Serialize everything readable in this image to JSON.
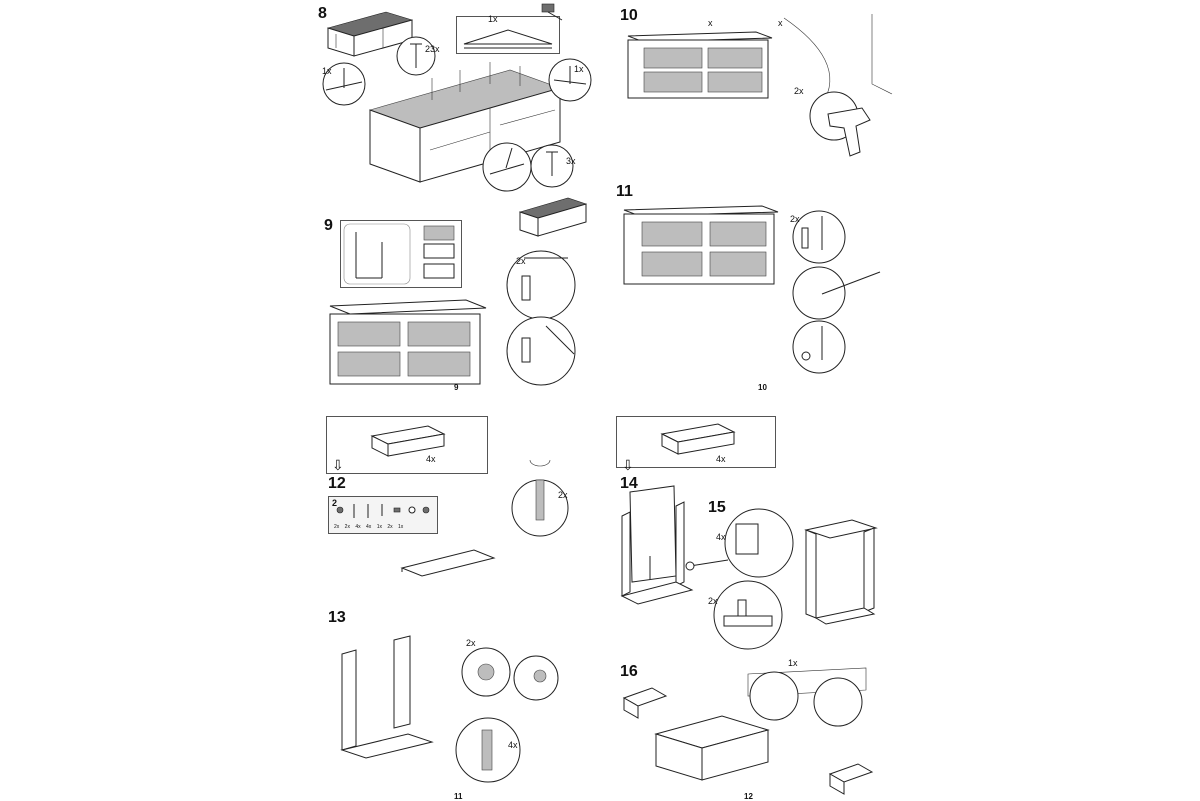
{
  "pages": [
    {
      "page_number": "9",
      "steps": [
        {
          "number": "8",
          "quantities": [
            "1x",
            "23x",
            "1x",
            "1x",
            "3x"
          ]
        },
        {
          "number": "9",
          "quantities": [
            "2x"
          ]
        }
      ]
    },
    {
      "page_number": "10",
      "steps": [
        {
          "number": "10",
          "quantities": [
            "2x"
          ]
        },
        {
          "number": "11",
          "quantities": [
            "2x"
          ]
        }
      ]
    },
    {
      "page_number": "11",
      "header_quantity": "4x",
      "steps": [
        {
          "number": "12",
          "quantities": [
            "2x"
          ]
        },
        {
          "number": "13",
          "quantities": [
            "2x",
            "4x"
          ]
        }
      ],
      "parts_strip": {
        "number": "2",
        "quantities": [
          "2x",
          "2x",
          "4x",
          "4x",
          "1x",
          "2x",
          "1x"
        ]
      }
    },
    {
      "page_number": "12",
      "header_quantity": "4x",
      "steps": [
        {
          "number": "14",
          "quantities": []
        },
        {
          "number": "15",
          "quantities": [
            "4x",
            "2x"
          ]
        },
        {
          "number": "16",
          "quantities": [
            "1x"
          ]
        }
      ]
    }
  ],
  "colors": {
    "line": "#222222",
    "shade": "#bdbdbd",
    "paper": "#ffffff"
  },
  "icons": [
    "hammer-icon",
    "drill-icon",
    "screwdriver-icon",
    "hand-icon",
    "down-arrow-icon",
    "rotate-arrow-icon"
  ]
}
